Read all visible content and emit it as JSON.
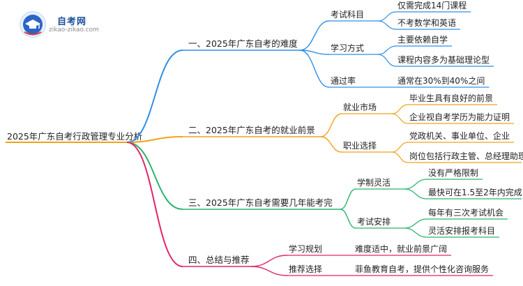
{
  "logo": {
    "title": "自考网",
    "subtitle": "zikao-zikao.com"
  },
  "root": {
    "label": "2025年广东自考行政管理专业分析"
  },
  "branches": [
    {
      "label": "一、2025年广东自考的难度",
      "color": "#2f8fe6",
      "children": [
        {
          "label": "考试科目",
          "leaves": [
            "仅需完成14门课程",
            "不考数学和英语"
          ]
        },
        {
          "label": "学习方式",
          "leaves": [
            "主要依赖自学",
            "课程内容多为基础理论型"
          ]
        },
        {
          "label": "通过率",
          "leaves": [
            "通常在30%到40%之间"
          ]
        }
      ]
    },
    {
      "label": "二、2025年广东自考的就业前景",
      "color": "#f0a21a",
      "children": [
        {
          "label": "就业市场",
          "leaves": [
            "毕业生具有良好的前景",
            "企业视自考学历为能力证明"
          ]
        },
        {
          "label": "职业选择",
          "leaves": [
            "党政机关、事业单位、企业",
            "岗位包括行政主管、总经理助理"
          ]
        }
      ]
    },
    {
      "label": "三、2025年广东自考需要几年能考完",
      "color": "#27b56b",
      "children": [
        {
          "label": "学制灵活",
          "leaves": [
            "没有严格限制",
            "最快可在1.5至2年内完成"
          ]
        },
        {
          "label": "考试安排",
          "leaves": [
            "每年有三次考试机会",
            "灵活安排报考科目"
          ]
        }
      ]
    },
    {
      "label": "四、总结与推荐",
      "color": "#e0246a",
      "children": [
        {
          "label": "学习规划",
          "leaves": [
            "难度适中，就业前景广阔"
          ]
        },
        {
          "label": "推荐选择",
          "leaves": [
            "菲鱼教育自考，提供个性化咨询服务"
          ]
        }
      ]
    }
  ]
}
